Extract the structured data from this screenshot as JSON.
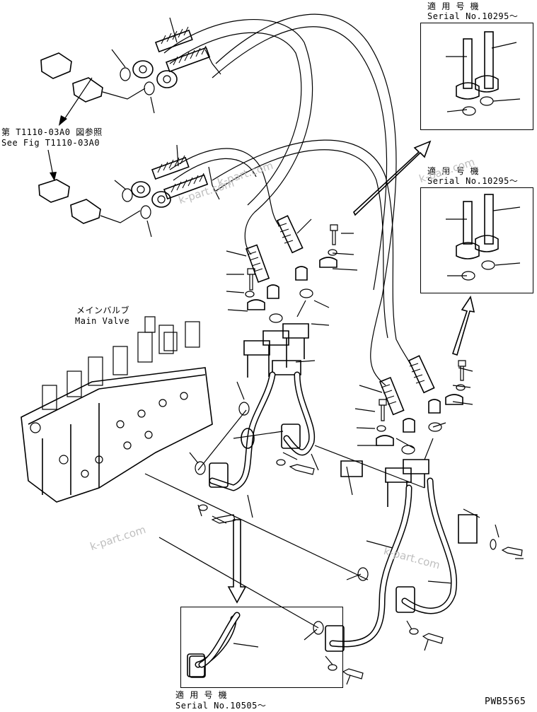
{
  "title_code": "PWB5565",
  "labels": {
    "ref_jp": "第 T1110-03A0 図参照",
    "ref_en": "See Fig T1110-03A0",
    "main_valve_jp": "メインバルブ",
    "main_valve_en": "Main Valve"
  },
  "callouts": [
    {
      "id": "top",
      "jp": "適 用 号 機",
      "en": "Serial No.10295～"
    },
    {
      "id": "mid",
      "jp": "適 用 号 機",
      "en": "Serial No.10295～"
    },
    {
      "id": "bottom",
      "jp": "適 用 号 機",
      "en": "Serial No.10505～"
    }
  ],
  "watermarks": [
    "k-part.com",
    "k-part.com",
    "k-part.com",
    "k-part.com",
    "k-part.com"
  ],
  "colors": {
    "line": "#000000",
    "watermark": "#bfbfbf",
    "background": "#ffffff"
  }
}
